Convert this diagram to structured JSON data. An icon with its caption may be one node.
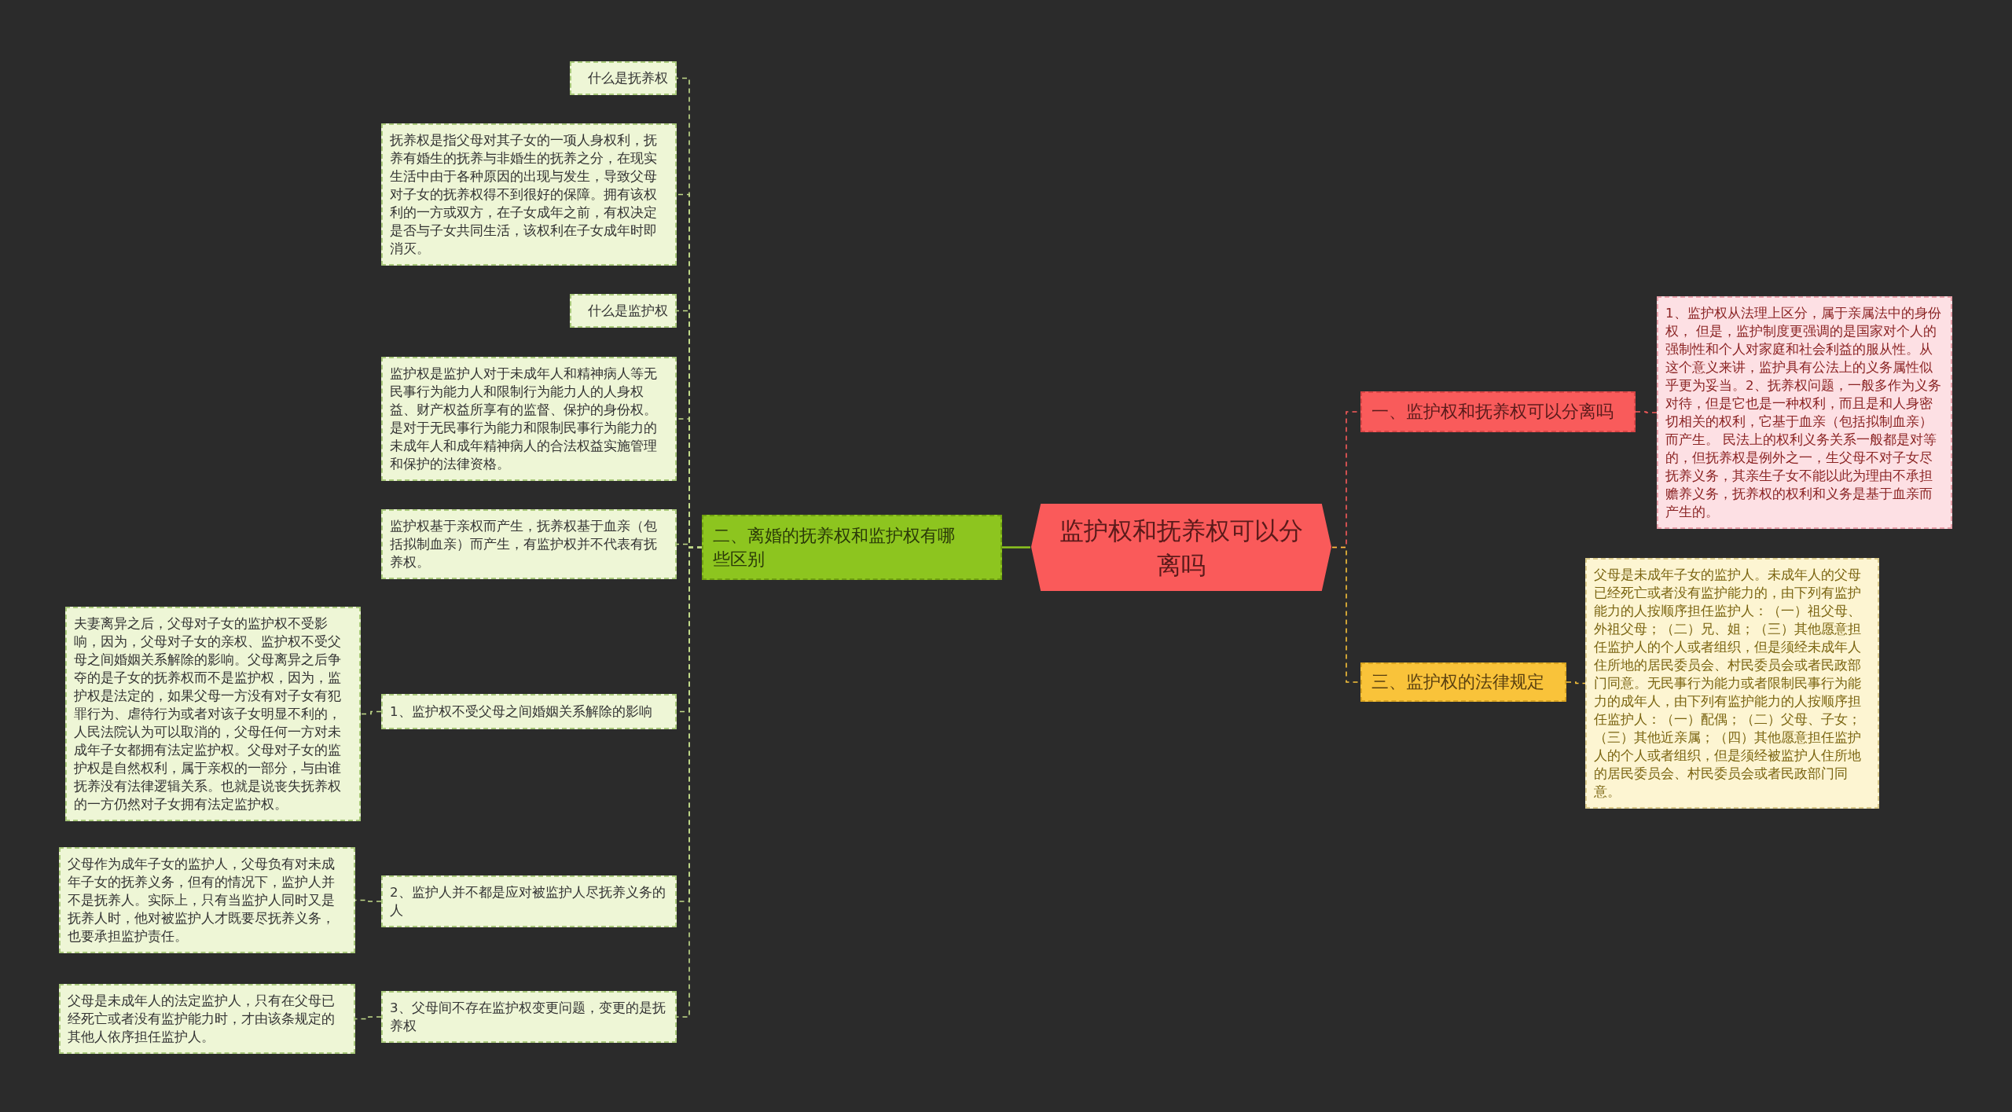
{
  "diagram": {
    "nodes": [
      {
        "text": [
          "监护权和抚养权可以分离吗"
        ]
      },
      {
        "text": [
          "一、监护权和抚养权可以分离吗"
        ]
      },
      {
        "text": [
          "1、监护权从法理上区分，属于亲属法中的身份权， 但是，监护制度更强调的是国家对个人的强制性和个人对家庭和社会利益的服从性。从这个意义来讲，监护具有公法上的义务属性似乎更为妥当。2、抚养权问题，一般多作为义务对待，但是它也是一种权利，而且是和人身密切相关的权利，它基于血亲（包括拟制血亲）而产生。 民法上的权利义务关系一般都是对等的，但抚养权是例外之一，生父母不对子女尽抚养义务，其亲生子女不能以此为理由不承担赡养义务，抚养权的权利和义务是基于血亲而产生的。"
        ]
      },
      {
        "text": [
          "三、监护权的法律规定"
        ]
      },
      {
        "text": [
          "父母是未成年子女的监护人。未成年人的父母已经死亡或者没有监护能力的，由下列有监护能力的人按顺序担任监护人：（一）祖父母、外祖父母；（二）兄、姐；（三）其他愿意担任监护人的个人或者组织，但是须经未成年人住所地的居民委员会、村民委员会或者民政部门同意。无民事行为能力或者限制民事行为能力的成年人，由下列有监护能力的人按顺序担任监护人：（一）配偶；（二）父母、子女；（三）其他近亲属；（四）其他愿意担任监护人的个人或者组织，但是须经被监护人住所地的居民委员会、村民委员会或者民政部门同意。"
        ]
      },
      {
        "text": [
          "二、离婚的抚养权和监护权有哪些区别"
        ]
      },
      {
        "text": [
          "什么是抚养权"
        ]
      },
      {
        "text": [
          "抚养权是指父母对其子女的一项人身权利，抚养有婚生的抚养与非婚生的抚养之分，在现实生活中由于各种原因的出现与发生，导致父母对子女的抚养权得不到很好的保障。拥有该权利的一方或双方，在子女成年之前，有权决定是否与子女共同生活，该权利在子女成年时即消灭。"
        ]
      },
      {
        "text": [
          "什么是监护权"
        ]
      },
      {
        "text": [
          "监护权是监护人对于未成年人和精神病人等无民事行为能力人和限制行为能力人的人身权益、财产权益所享有的监督、保护的身份权。是对于无民事行为能力和限制民事行为能力的未成年人和成年精神病人的合法权益实施管理和保护的法律资格。"
        ]
      },
      {
        "text": [
          "监护权基于亲权而产生，抚养权基于血亲（包括拟制血亲）而产生，有监护权并不代表有抚养权。"
        ]
      },
      {
        "text": [
          "1、监护权不受父母之间婚姻关系解除的影响"
        ]
      },
      {
        "text": [
          "夫妻离异之后，父母对子女的监护权不受影响，因为，父母对子女的亲权、监护权不受父母之间婚姻关系解除的影响。父母离异之后争夺的是子女的抚养权而不是监护权，因为，监护权是法定的，如果父母一方没有对子女有犯罪行为、虐待行为或者对该子女明显不利的，人民法院认为可以取消的，父母任何一方对未成年子女都拥有法定监护权。父母对子女的监护权是自然权利，属于亲权的一部分，与由谁抚养没有法律逻辑关系。也就是说丧失抚养权的一方仍然对子女拥有法定监护权。"
        ]
      },
      {
        "text": [
          "2、监护人并不都是应对被监护人尽抚养义务的人"
        ]
      },
      {
        "text": [
          "父母作为成年子女的监护人，父母负有对未成年子女的抚养义务，但有的情况下，监护人并不是抚养人。实际上，只有当监护人同时又是抚养人时，他对被监护人才既要尽抚养义务，也要承担监护责任。"
        ]
      },
      {
        "text": [
          "3、父母间不存在监护权变更问题，变更的是抚养权"
        ]
      },
      {
        "text": [
          "父母是未成年人的法定监护人，只有在父母已经死亡或者没有监护能力时，才由该条规定的其他人依序担任监护人。"
        ]
      }
    ],
    "edges": [
      {
        "from": 0,
        "to": 1,
        "arrow": "none",
        "style": "dashed",
        "color": "#f95b5b"
      },
      {
        "from": 1,
        "to": 2,
        "arrow": "none",
        "style": "dashed",
        "color": "#f95b5b"
      },
      {
        "from": 0,
        "to": 3,
        "arrow": "none",
        "style": "dashed",
        "color": "#f9c33a"
      },
      {
        "from": 3,
        "to": 4,
        "arrow": "none",
        "style": "dashed",
        "color": "#f9c33a"
      },
      {
        "from": 0,
        "to": 5,
        "arrow": "none",
        "color": "#8dc51f"
      },
      {
        "from": 5,
        "to": 6,
        "arrow": "none",
        "style": "dashed"
      },
      {
        "from": 5,
        "to": 7,
        "arrow": "none",
        "style": "dashed"
      },
      {
        "from": 5,
        "to": 8,
        "arrow": "none",
        "style": "dashed"
      },
      {
        "from": 5,
        "to": 9,
        "arrow": "none",
        "style": "dashed"
      },
      {
        "from": 5,
        "to": 10,
        "arrow": "none",
        "style": "dashed"
      },
      {
        "from": 5,
        "to": 11,
        "arrow": "none",
        "style": "dashed"
      },
      {
        "from": 11,
        "to": 12,
        "arrow": "none",
        "style": "dashed"
      },
      {
        "from": 5,
        "to": 13,
        "arrow": "none",
        "style": "dashed"
      },
      {
        "from": 13,
        "to": 14,
        "arrow": "none",
        "style": "dashed"
      },
      {
        "from": 5,
        "to": 15,
        "arrow": "none",
        "style": "dashed"
      },
      {
        "from": 15,
        "to": 16,
        "arrow": "none",
        "style": "dashed"
      }
    ]
  }
}
